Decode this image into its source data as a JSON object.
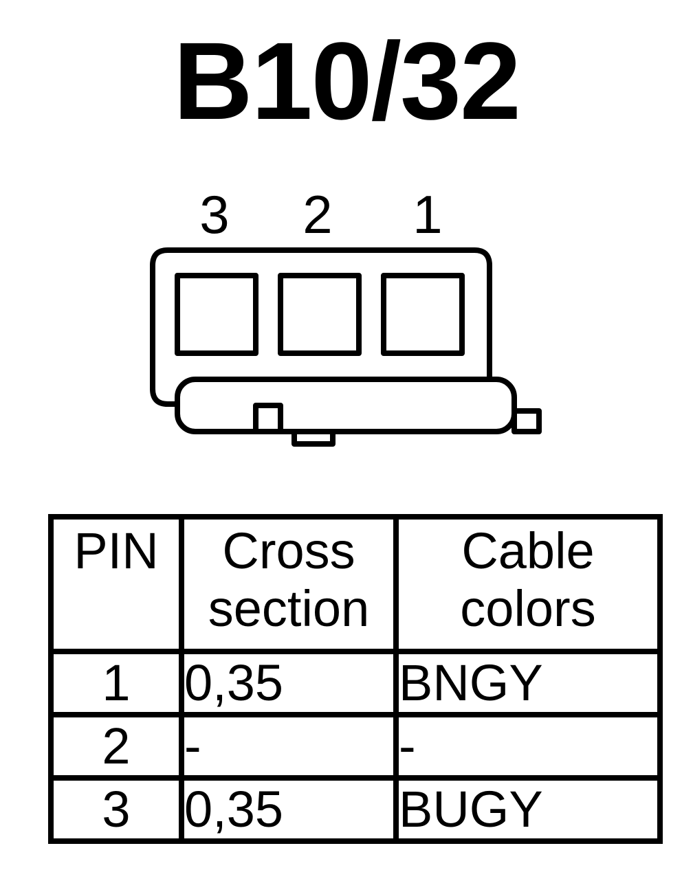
{
  "title": "B10/32",
  "connector": {
    "pin_labels": [
      "3",
      "2",
      "1"
    ]
  },
  "table": {
    "headers": {
      "pin": "PIN",
      "cross_section_line1": "Cross",
      "cross_section_line2": "section",
      "cable_colors_line1": "Cable",
      "cable_colors_line2": "colors"
    },
    "rows": [
      {
        "pin": "1",
        "cross_section": "0,35",
        "cable_color": "BNGY"
      },
      {
        "pin": "2",
        "cross_section": "-",
        "cable_color": "-"
      },
      {
        "pin": "3",
        "cross_section": "0,35",
        "cable_color": "BUGY"
      }
    ]
  }
}
